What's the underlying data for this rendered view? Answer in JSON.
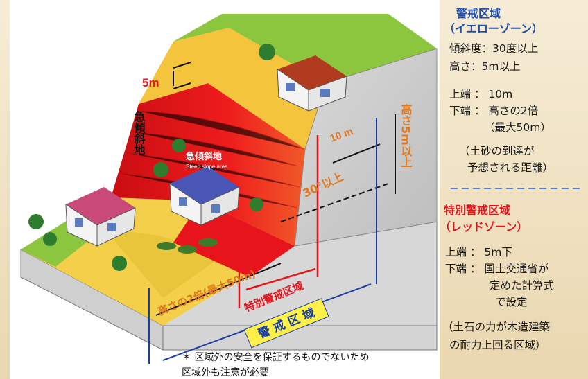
{
  "diagram": {
    "label_5m": "5m",
    "label_steep_vertical": "急傾斜地",
    "label_steep_area_jp": "急傾斜地",
    "label_steep_area_en": "Steep slope area",
    "label_10m": "10 m",
    "label_30deg": "30°以上",
    "label_height5m_vertical": "高さ5m以上",
    "label_twice_height": "高さの2倍(最大50m)",
    "label_special_zone": "特別警戒区域",
    "label_warning_zone": "警 戒 区 域",
    "footnote_line1": "＊ 区域外の安全を保証するものでないため",
    "footnote_line2": "区域外も注意が必要"
  },
  "yellow_zone": {
    "title": "警戒区域",
    "subtitle": "（イエローゾーン）",
    "slope": "傾斜度：30度以上",
    "height": "高さ：5m以上",
    "top_edge": "上端 ： 10m",
    "bottom_edge": "下端 ： 高さの2倍",
    "bottom_edge_max": "（最大50m）",
    "note_line1": "（土砂の到達が",
    "note_line2": "予想される距離）"
  },
  "red_zone": {
    "title": "特別警戒区域",
    "subtitle": "（レッドゾーン）",
    "top_edge": "上端 ： 5m下",
    "bottom_edge": "下端 ： 国土交通省が",
    "bottom_edge_2": "定めた計算式",
    "bottom_edge_3": "で設定",
    "note_line1": "（土石の力が木造建築",
    "note_line2": "の耐力上回る区域）"
  },
  "colors": {
    "yellow": "#f4d04a",
    "red": "#e8141b",
    "green": "#8cc63f",
    "blue": "#1a3fa3",
    "orange_label": "#e07a20"
  }
}
